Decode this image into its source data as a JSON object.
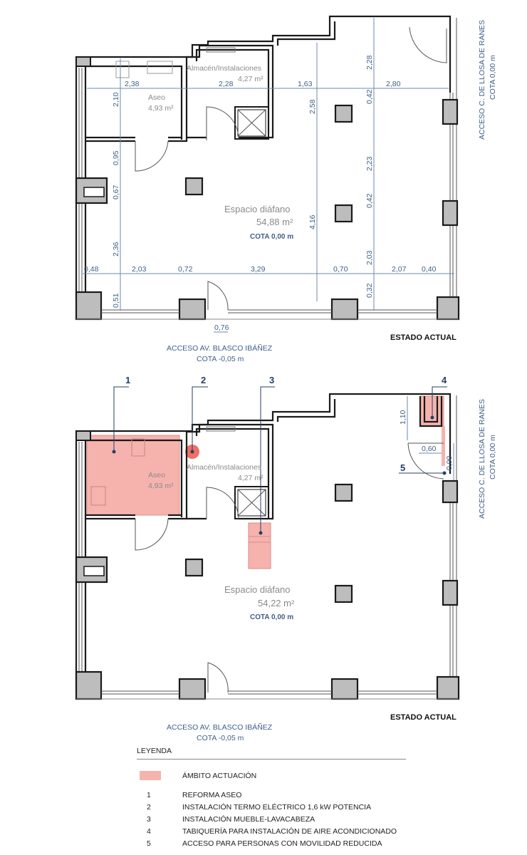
{
  "plan_top": {
    "state_label": "ESTADO ACTUAL",
    "rooms": {
      "aseo": {
        "name": "Aseo",
        "area": "4,93 m²"
      },
      "almacen": {
        "name": "Almacén/Instalaciones",
        "area": "4,27 m²"
      },
      "espacio": {
        "name": "Espacio diáfano",
        "area": "54,88 m²",
        "cota": "COTA 0,00 m"
      }
    },
    "access_bottom": {
      "label": "ACCESO AV. BLASCO IBÁÑEZ",
      "cota": "COTA -0,05 m"
    },
    "access_right": {
      "label": "ACCESO C. DE LLOSA DE RANES",
      "cota": "COTA 0,00 m"
    },
    "dimensions": {
      "top_row": [
        "2,38",
        "2,28",
        "1,63",
        "2,80"
      ],
      "bottom_row": [
        "0,48",
        "2,03",
        "0,72",
        "3,29",
        "0,70",
        "2,07",
        "0,40"
      ],
      "left_col": [
        "2,10",
        "0,95",
        "0,67",
        "2,36",
        "0,51"
      ],
      "mid_col": [
        "2,58",
        "4,16"
      ],
      "right_col": [
        "2,28",
        "0,42",
        "2,23",
        "0,42",
        "2,03",
        "0,32"
      ],
      "door": "0,76"
    }
  },
  "plan_bottom": {
    "state_label": "ESTADO ACTUAL",
    "rooms": {
      "aseo": {
        "name": "Aseo",
        "area": "4,93 m²"
      },
      "almacen": {
        "name": "Almacén/Instalaciones",
        "area": "4,27 m²"
      },
      "espacio": {
        "name": "Espacio diáfano",
        "area": "54,22 m²",
        "cota": "COTA 0,00 m"
      }
    },
    "access_bottom": {
      "label": "ACCESO AV. BLASCO IBÁÑEZ",
      "cota": "COTA -0,05 m"
    },
    "access_right": {
      "label": "ACCESO C. DE LLOSA DE RANES",
      "cota": "COTA 0,00 m"
    },
    "dimensions": {
      "d110": "1,10",
      "d060": "0,60",
      "d090": "0,90"
    },
    "callouts": [
      "1",
      "2",
      "3",
      "4",
      "5"
    ],
    "highlight_color": "#f6b3ae"
  },
  "legend": {
    "title": "LEYENDA",
    "swatch_label": "ÁMBITO ACTUACIÓN",
    "items": [
      {
        "num": "1",
        "text": "REFORMA ASEO"
      },
      {
        "num": "2",
        "text": "INSTALACIÓN TERMO ELÉCTRICO 1,6 kW POTENCIA"
      },
      {
        "num": "3",
        "text": "INSTALACIÓN MUEBLE-LAVACABEZA"
      },
      {
        "num": "4",
        "text": "TABIQUERÍA PARA INSTALACIÓN DE AIRE ACONDICIONADO"
      },
      {
        "num": "5",
        "text": "ACCESO PARA PERSONAS CON MOVILIDAD REDUCIDA"
      }
    ]
  }
}
